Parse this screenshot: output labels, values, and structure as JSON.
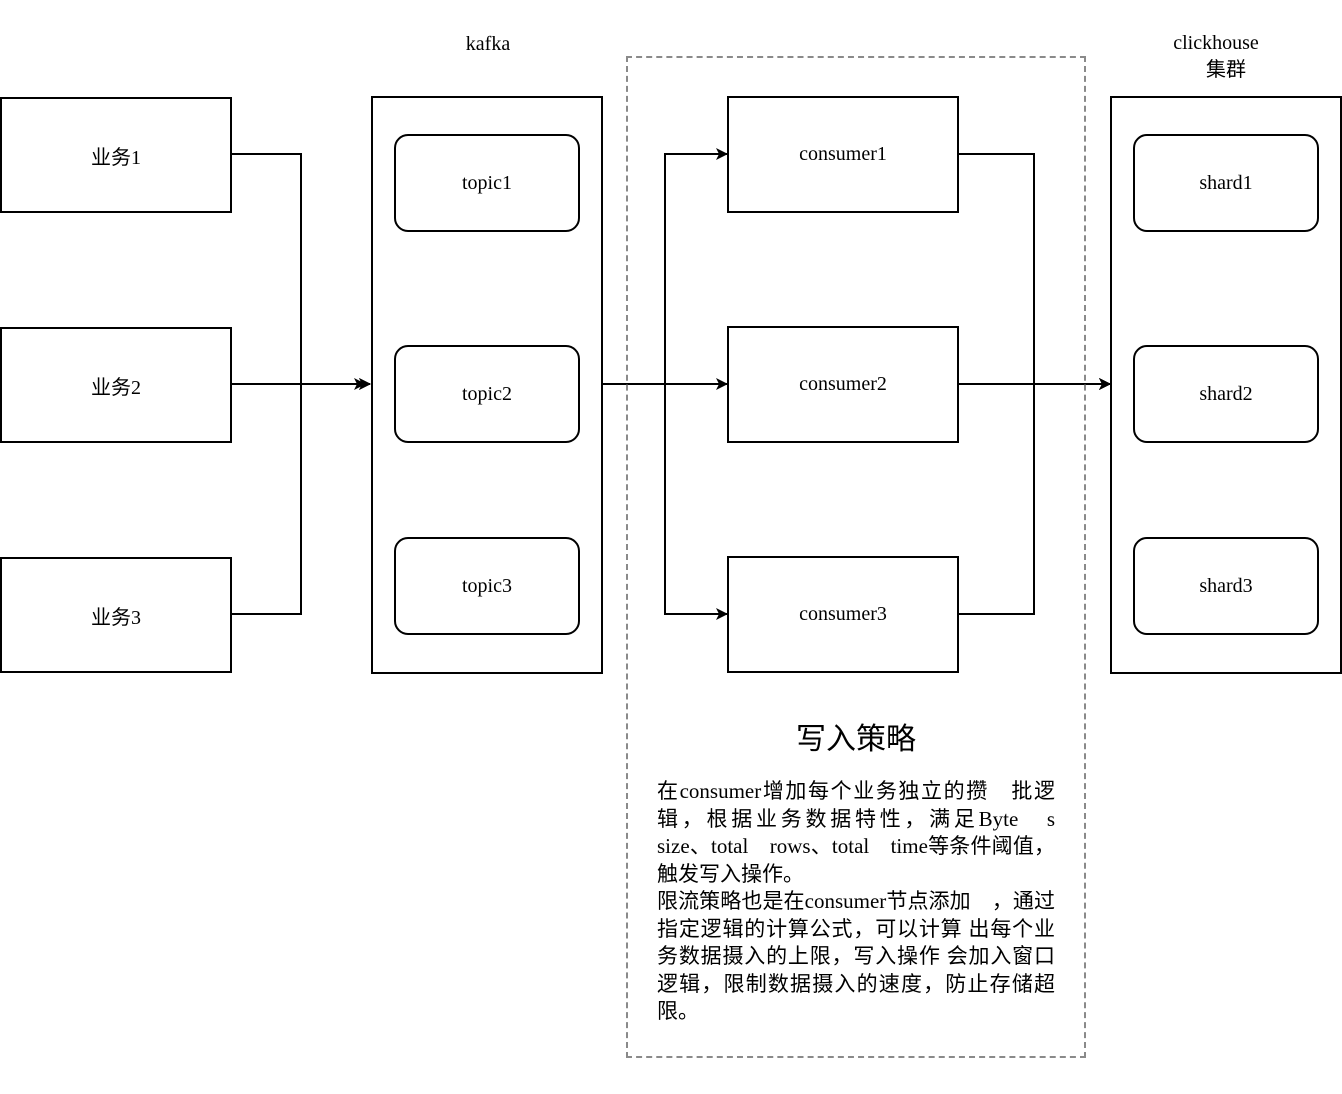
{
  "business": [
    "业务1",
    "业务2",
    "业务3"
  ],
  "kafka": {
    "title": "kafka",
    "topics": [
      "topic1",
      "topic2",
      "topic3"
    ]
  },
  "consumers": [
    "consumer1",
    "consumer2",
    "consumer3"
  ],
  "clickhouse": {
    "title_line1": "clickhouse",
    "title_line2": "集群",
    "shards": [
      "shard1",
      "shard2",
      "shard3"
    ]
  },
  "strategy": {
    "title": "写入策略",
    "paragraph1": "在consumer增加每个业务独立的攒　批逻辑，根据业务数据特性，满足Byte　s size、total　rows、total　time等条件阈值，触发写入操作。",
    "paragraph2": "限流策略也是在consumer节点添加　，通过指定逻辑的计算公式，可以计算 出每个业务数据摄入的上限，写入操作 会加入窗口逻辑，限制数据摄入的速度，防止存储超限。"
  },
  "colors": {
    "line": "#000000",
    "dashed_border": "#8a8a8a",
    "background": "#ffffff"
  }
}
